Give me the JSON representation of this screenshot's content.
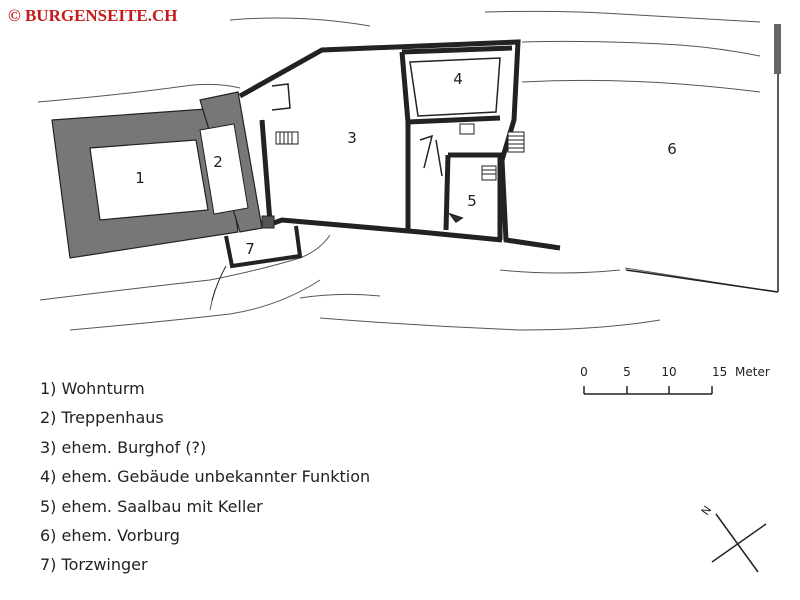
{
  "copyright": "©  BURGENSEITE.CH",
  "rooms": [
    "1",
    "2",
    "3",
    "4",
    "5",
    "6",
    "7"
  ],
  "legend": [
    "1) Wohnturm",
    "2) Treppenhaus",
    "3) ehem. Burghof (?)",
    "4) ehem. Gebäude unbekannter Funktion",
    "5) ehem. Saalbau mit Keller",
    "6) ehem. Vorburg",
    "7) Torzwinger"
  ],
  "scale_bar": {
    "ticks": [
      "0",
      "5",
      "10",
      "15"
    ],
    "unit": "Meter"
  },
  "north_arrow": {
    "label": "N"
  }
}
